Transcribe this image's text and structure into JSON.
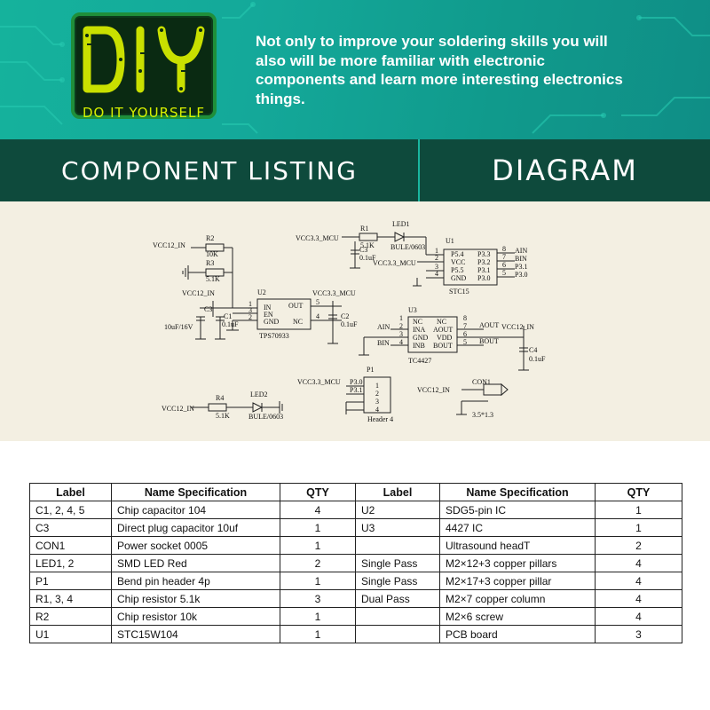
{
  "banner": {
    "logo_text": "DIY",
    "logo_tagline": "DO IT YOURSELF",
    "description": "Not only to improve your soldering skills you will also will be more familiar with electronic components and learn more interesting electronics things."
  },
  "titlebar": {
    "left": "COMPONENT LISTING",
    "right": "DIAGRAM"
  },
  "schematic": {
    "labels": {
      "vcc12_in_1": "VCC12_IN",
      "vcc12_in_2": "VCC12_IN",
      "vcc12_in_3": "VCC12_IN",
      "vcc12_in_4": "VCC12_IN",
      "vcc12_in_5": "VCC12_IN",
      "vcc33_1": "VCC3.3_MCU",
      "vcc33_2": "VCC3.3_MCU",
      "vcc33_3": "VCC3.3_MCU",
      "vcc33_4": "VCC3.3_MCU",
      "r1": "R1",
      "r1_val": "5.1K",
      "r2": "R2",
      "r2_val": "10K",
      "r3": "R3",
      "r3_val": "5.1K",
      "r4": "R4",
      "r4_val": "5.1K",
      "led1": "LED1",
      "led1_val": "BULE/0603",
      "led2": "LED2",
      "led2_val": "BULE/0603",
      "c1": "C1",
      "c1_val": "0.1uF",
      "c2": "C2",
      "c2_val": "0.1uF",
      "c3": "C3",
      "c3_val": "10uF/16V",
      "c3b": "C3",
      "c3b_val": "0.1uF",
      "c4": "C4",
      "c4_val": "0.1uF",
      "u1": "U1",
      "u1_name": "STC15",
      "u2": "U2",
      "u2_name": "TPS70933",
      "u3": "U3",
      "u3_name": "TC4427",
      "p1": "P1",
      "p1_name": "Header 4",
      "con1": "CON1",
      "con1_val": "3.5*1.3",
      "u1_pins_left": [
        "P5.4",
        "VCC",
        "P5.5",
        "GND"
      ],
      "u1_pins_right": [
        "P3.3",
        "P3.2",
        "P3.1",
        "P3.0"
      ],
      "u1_nums_left": [
        "1",
        "2",
        "3",
        "4"
      ],
      "u1_nums_right": [
        "8",
        "7",
        "6",
        "5"
      ],
      "u1_nets_right": [
        "AIN",
        "BIN",
        "P3.1",
        "P3.0"
      ],
      "u2_pins_left": [
        "IN",
        "EN",
        "GND"
      ],
      "u2_pins_right": [
        "OUT",
        "NC"
      ],
      "u2_nums_left": [
        "1",
        "3",
        "2"
      ],
      "u2_nums_right": [
        "5",
        "4"
      ],
      "u3_pins_left": [
        "NC",
        "INA",
        "GND",
        "INB"
      ],
      "u3_pins_right": [
        "NC",
        "AOUT",
        "VDD",
        "BOUT"
      ],
      "u3_nums_left": [
        "1",
        "2",
        "3",
        "4"
      ],
      "u3_nums_right": [
        "8",
        "7",
        "6",
        "5"
      ],
      "u3_net_ain": "AIN",
      "u3_net_bin": "BIN",
      "u3_net_aout": "AOUT",
      "u3_net_bout": "BOUT",
      "p1_pins": [
        "P3.0",
        "P3.1"
      ],
      "p1_nums": [
        "1",
        "2",
        "3",
        "4"
      ]
    }
  },
  "table": {
    "headers": [
      "Label",
      "Name Specification",
      "QTY",
      "Label",
      "Name Specification",
      "QTY"
    ],
    "rows": [
      [
        "C1, 2, 4, 5",
        "Chip capacitor 104",
        "4",
        "U2",
        "SDG5-pin IC",
        "1"
      ],
      [
        "C3",
        "Direct plug capacitor 10uf",
        "1",
        "U3",
        "4427 IC",
        "1"
      ],
      [
        "CON1",
        "Power socket 0005",
        "1",
        "",
        "Ultrasound headT",
        "2"
      ],
      [
        "LED1, 2",
        "SMD LED Red",
        "2",
        "Single Pass",
        "M2×12+3 copper pillars",
        "4"
      ],
      [
        "P1",
        "Bend pin header 4p",
        "1",
        "Single Pass",
        "M2×17+3 copper pillar",
        "4"
      ],
      [
        "R1, 3, 4",
        "Chip resistor 5.1k",
        "3",
        "Dual Pass",
        "M2×7 copper column",
        "4"
      ],
      [
        "R2",
        "Chip resistor 10k",
        "1",
        "",
        "M2×6 screw",
        "4"
      ],
      [
        "U1",
        "STC15W104",
        "1",
        "",
        "PCB board",
        "3"
      ]
    ]
  },
  "colors": {
    "banner_teal": "#15b29c",
    "titlebar_green": "#0e4a3c",
    "logo_yellow": "#d7f000",
    "schematic_bg": "#f3efe2"
  }
}
